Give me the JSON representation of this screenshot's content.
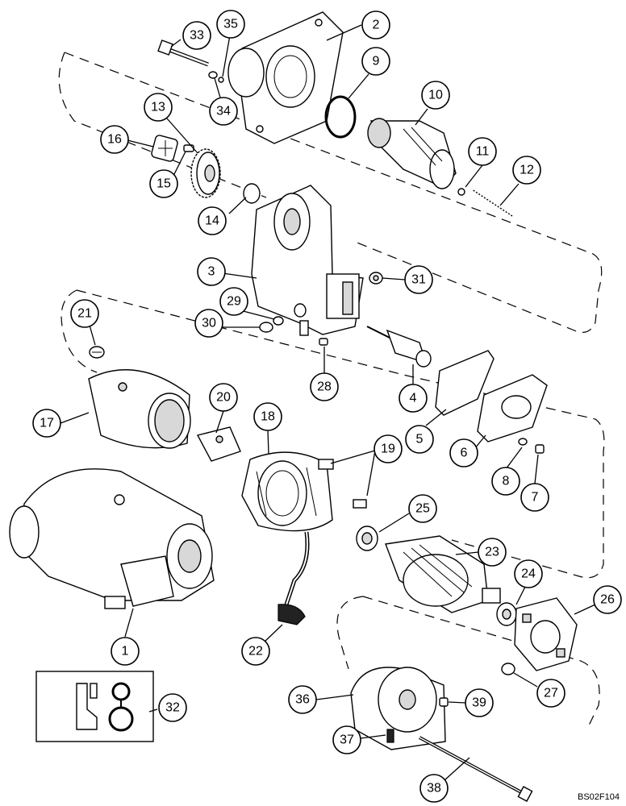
{
  "figure_code": "BS02F104",
  "callouts": [
    {
      "id": "c1",
      "label": "1"
    },
    {
      "id": "c2",
      "label": "2"
    },
    {
      "id": "c3",
      "label": "3"
    },
    {
      "id": "c4",
      "label": "4"
    },
    {
      "id": "c5",
      "label": "5"
    },
    {
      "id": "c6",
      "label": "6"
    },
    {
      "id": "c7",
      "label": "7"
    },
    {
      "id": "c8",
      "label": "8"
    },
    {
      "id": "c9",
      "label": "9"
    },
    {
      "id": "c10",
      "label": "10"
    },
    {
      "id": "c11",
      "label": "11"
    },
    {
      "id": "c12",
      "label": "12"
    },
    {
      "id": "c13",
      "label": "13"
    },
    {
      "id": "c14",
      "label": "14"
    },
    {
      "id": "c15",
      "label": "15"
    },
    {
      "id": "c16",
      "label": "16"
    },
    {
      "id": "c17",
      "label": "17"
    },
    {
      "id": "c18",
      "label": "18"
    },
    {
      "id": "c19",
      "label": "19"
    },
    {
      "id": "c20",
      "label": "20"
    },
    {
      "id": "c21",
      "label": "21"
    },
    {
      "id": "c22",
      "label": "22"
    },
    {
      "id": "c23",
      "label": "23"
    },
    {
      "id": "c24",
      "label": "24"
    },
    {
      "id": "c25",
      "label": "25"
    },
    {
      "id": "c26",
      "label": "26"
    },
    {
      "id": "c27",
      "label": "27"
    },
    {
      "id": "c28",
      "label": "28"
    },
    {
      "id": "c29",
      "label": "29"
    },
    {
      "id": "c30",
      "label": "30"
    },
    {
      "id": "c31",
      "label": "31"
    },
    {
      "id": "c32",
      "label": "32"
    },
    {
      "id": "c33",
      "label": "33"
    },
    {
      "id": "c34",
      "label": "34"
    },
    {
      "id": "c35",
      "label": "35"
    },
    {
      "id": "c36",
      "label": "36"
    },
    {
      "id": "c37",
      "label": "37"
    },
    {
      "id": "c38",
      "label": "38"
    },
    {
      "id": "c39",
      "label": "39"
    }
  ]
}
